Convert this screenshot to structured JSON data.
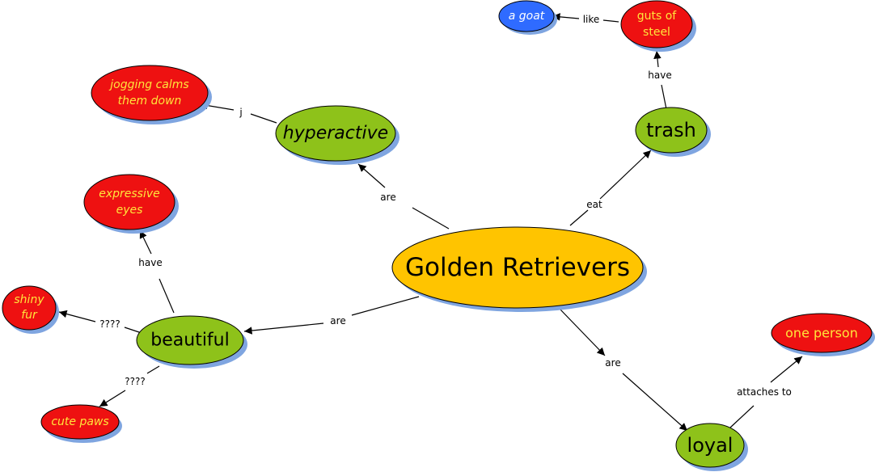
{
  "colors": {
    "center_fill": "#FFC400",
    "green_fill": "#8EC21A",
    "red_fill": "#EE1111",
    "blue_fill": "#2F6BFF",
    "shadow": "#7FA5E0",
    "red_text": "#FFE53B",
    "line": "#000000"
  },
  "concepts": {
    "golden_retrievers": "Golden Retrievers",
    "hyperactive": "hyperactive",
    "trash": "trash",
    "beautiful": "beautiful",
    "loyal": "loyal",
    "jogging_l1": "jogging calms",
    "jogging_l2": "them down",
    "guts_l1": "guts of",
    "guts_l2": "steel",
    "a_goat": "a goat",
    "eyes_l1": "expressive",
    "eyes_l2": "eyes",
    "fur_l1": "shiny",
    "fur_l2": "fur",
    "cute_paws": "cute paws",
    "one_person": "one person"
  },
  "links": {
    "are_hyperactive": "are",
    "eat": "eat",
    "are_beautiful": "are",
    "are_loyal": "are",
    "j": "j",
    "have_guts": "have",
    "like": "like",
    "have_eyes": "have",
    "fur_q": "????",
    "paws_q": "????",
    "attaches_to": "attaches to"
  }
}
